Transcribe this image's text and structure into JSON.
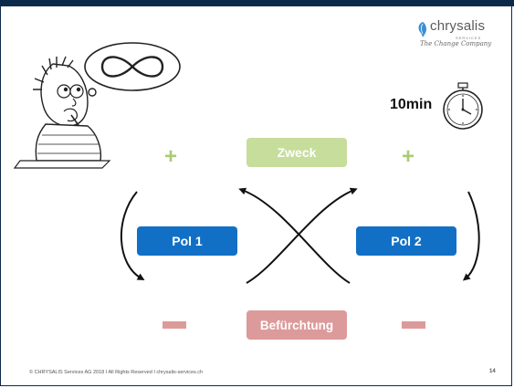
{
  "logo": {
    "name": "chrysalis",
    "sub": "SERVICES",
    "tagline": "The Change Company"
  },
  "timer": {
    "label": "10min"
  },
  "diagram": {
    "purpose": "Zweck",
    "fear": "Befürchtung",
    "pole1": "Pol 1",
    "pole2": "Pol 2",
    "plus": "+",
    "colors": {
      "purpose": "#c6dd9c",
      "fear": "#dd9a9a",
      "pole": "#1170c6",
      "plus": "#a8cc76"
    }
  },
  "footer": {
    "text": "© CHRYSALIS Services AG 2018  I  All Rights Reserved  I  chrysalis-services.ch",
    "page": "14"
  }
}
